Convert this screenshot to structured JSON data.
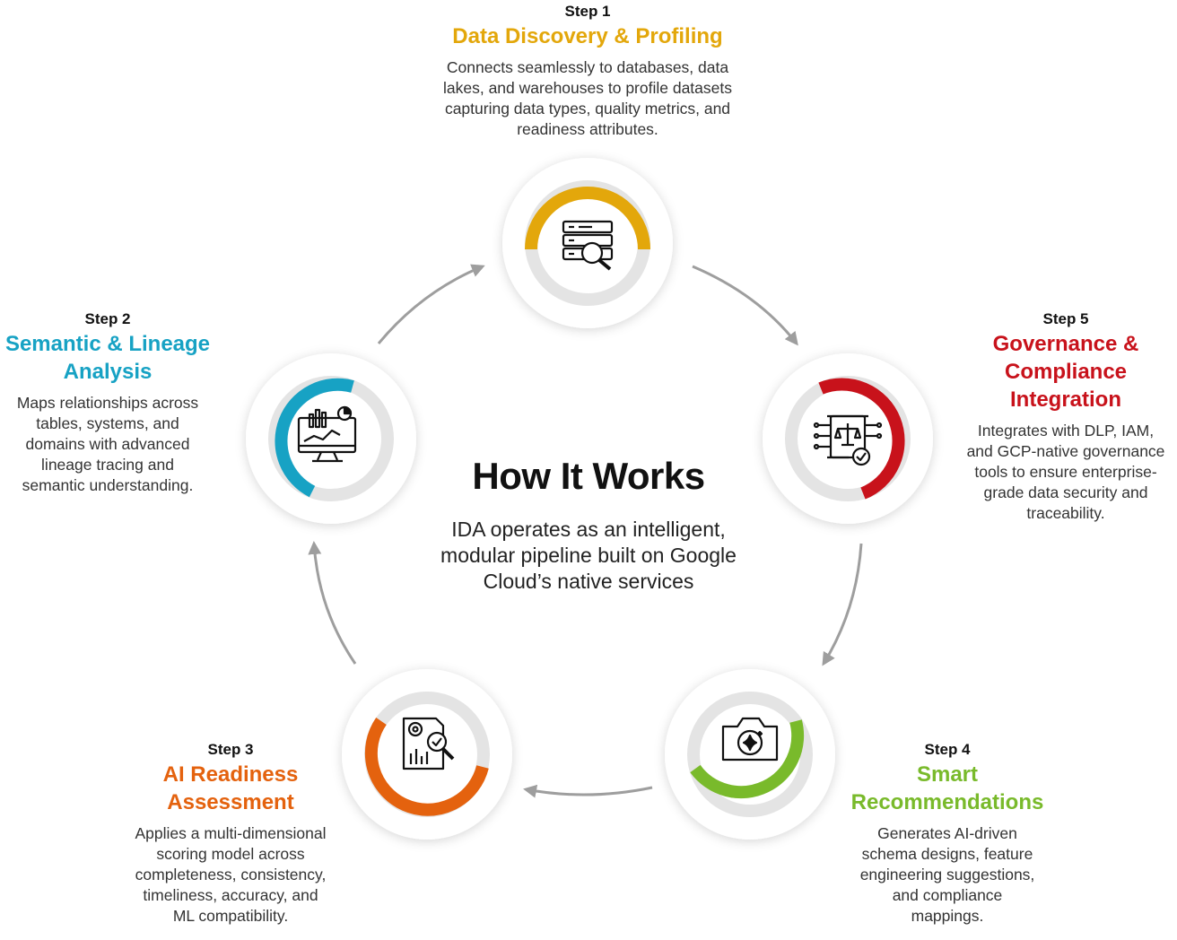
{
  "center": {
    "title": "How It Works",
    "subtitle_lines": [
      "IDA operates as an intelligent,",
      "modular pipeline built on Google",
      "Cloud’s native services"
    ]
  },
  "steps": [
    {
      "label": "Step 1",
      "title_lines": [
        "Data Discovery & Profiling"
      ],
      "desc_lines": [
        "Connects seamlessly to databases, data",
        "lakes, and warehouses to profile datasets",
        "capturing data types, quality metrics, and",
        "readiness attributes."
      ],
      "color": "#E3A70B",
      "icon": "database-search-icon"
    },
    {
      "label": "Step 2",
      "title_lines": [
        "Semantic & Lineage",
        "Analysis"
      ],
      "desc_lines": [
        "Maps relationships across",
        "tables, systems, and",
        "domains with advanced",
        "lineage tracing and",
        "semantic understanding."
      ],
      "color": "#17A2C4",
      "icon": "monitor-analytics-icon"
    },
    {
      "label": "Step 3",
      "title_lines": [
        "AI Readiness",
        "Assessment"
      ],
      "desc_lines": [
        "Applies a multi-dimensional",
        "scoring model across",
        "completeness, consistency,",
        "timeliness, accuracy, and",
        "ML compatibility."
      ],
      "color": "#E4620E",
      "icon": "report-gear-search-icon"
    },
    {
      "label": "Step 4",
      "title_lines": [
        "Smart",
        "Recommendations"
      ],
      "desc_lines": [
        "Generates AI-driven",
        "schema designs, feature",
        "engineering suggestions,",
        "and compliance",
        "mappings."
      ],
      "color": "#79BA2B",
      "icon": "ai-camera-sparkle-icon"
    },
    {
      "label": "Step 5",
      "title_lines": [
        "Governance &",
        "Compliance",
        "Integration"
      ],
      "desc_lines": [
        "Integrates with DLP, IAM,",
        "and GCP-native governance",
        "tools to ensure enterprise-",
        "grade data security and",
        "traceability."
      ],
      "color": "#C8121B",
      "icon": "compliance-scale-chip-icon"
    }
  ],
  "ring_background_color": "#E4E4E4",
  "arrow_color": "#9E9E9E"
}
